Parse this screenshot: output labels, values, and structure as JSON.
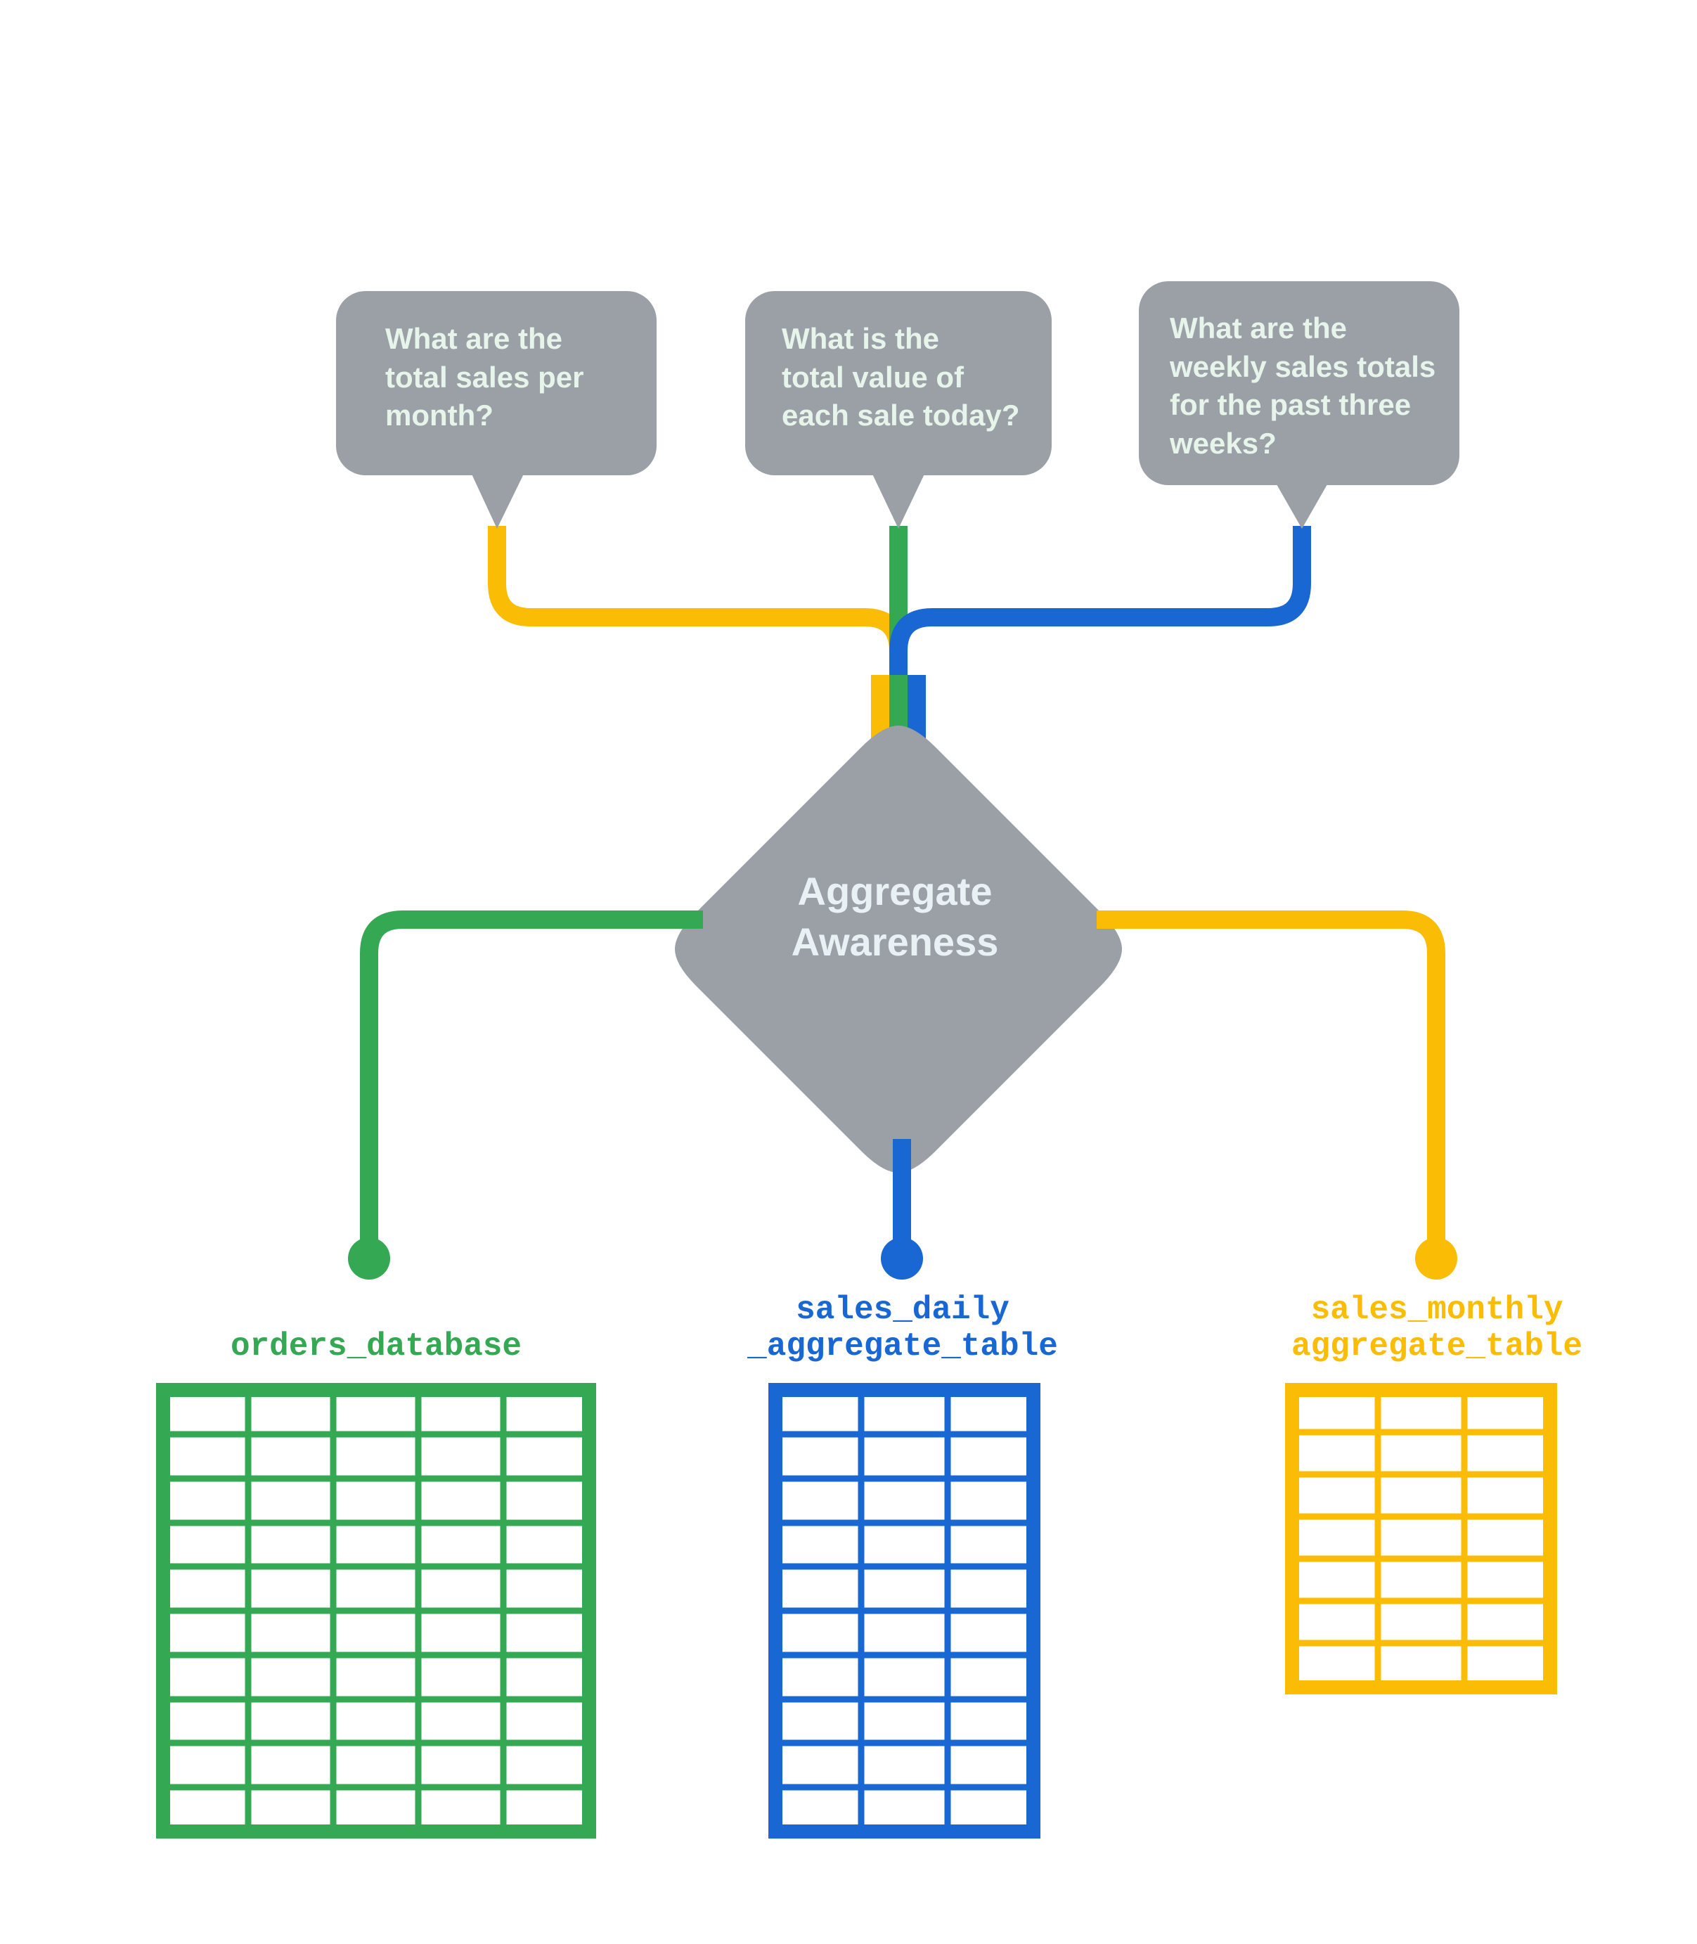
{
  "title": "Aggregate Awareness",
  "colors": {
    "gray": "#9AA0A6",
    "bubble_text": "#E6F4EA",
    "diamond_text": "#EAF1F5",
    "green": "#34A853",
    "blue": "#1967D2",
    "yellow": "#FBBC05",
    "background": "#FFFFFF"
  },
  "questions": [
    {
      "id": "question-monthly",
      "text": "What are the\ntotal sales per\nmonth?",
      "color": "#FBBC05"
    },
    {
      "id": "question-daily",
      "text": "What is the\ntotal value of\neach sale today?",
      "color": "#34A853"
    },
    {
      "id": "question-weekly",
      "text": "What are the\nweekly sales totals\nfor the past three\nweeks?",
      "color": "#1967D2"
    }
  ],
  "center": {
    "label": "Aggregate\nAwareness",
    "shape": "diamond",
    "fill": "#9AA0A6"
  },
  "sources": [
    {
      "id": "source-orders-database",
      "caption": "orders_database",
      "color": "#34A853",
      "columns": 5,
      "rows": 10
    },
    {
      "id": "source-sales-daily",
      "caption": "sales_daily\n_aggregate_table",
      "color": "#1967D2",
      "columns": 3,
      "rows": 10
    },
    {
      "id": "source-sales-monthly",
      "caption": "sales_monthly\naggregate_table",
      "color": "#FBBC05",
      "columns": 3,
      "rows": 7
    }
  ]
}
